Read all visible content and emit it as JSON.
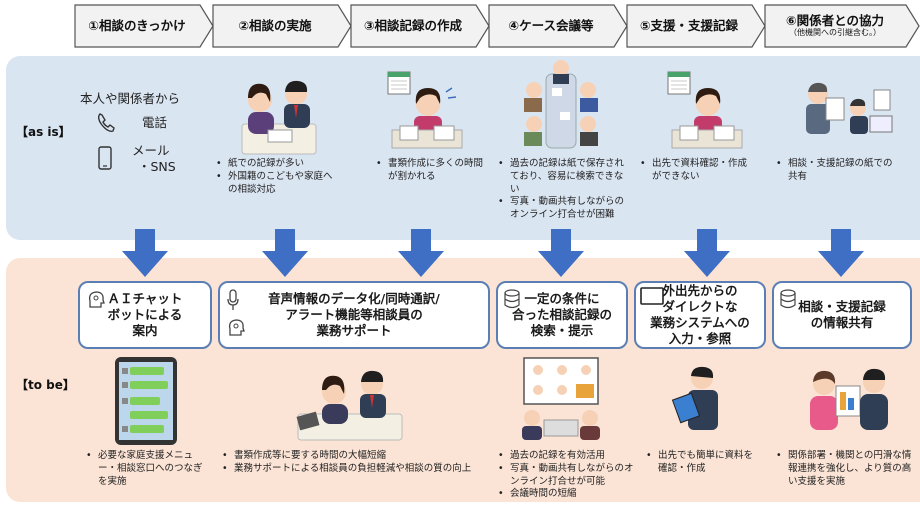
{
  "steps": [
    {
      "label": "①相談のきっかけ",
      "sub": ""
    },
    {
      "label": "②相談の実施",
      "sub": ""
    },
    {
      "label": "③相談記録の作成",
      "sub": ""
    },
    {
      "label": "④ケース会議等",
      "sub": ""
    },
    {
      "label": "⑤支援・支援記録",
      "sub": ""
    },
    {
      "label": "⑥関係者との協力",
      "sub": "（他機関への引継含む。）"
    }
  ],
  "rows": {
    "as_is": "【as is】",
    "to_be": "【to be】"
  },
  "contact": {
    "heading": "本人や関係者から",
    "phone": "電話",
    "mail_line1": "メール",
    "mail_line2": "・SNS"
  },
  "as_is_bullets": [
    [
      "紙での記録が多い",
      "外国籍のこどもや家庭への相談対応"
    ],
    [
      "書類作成に多くの時間が割かれる"
    ],
    [
      "過去の記録は紙で保存されており、容易に検索できない",
      "写真・動画共有しながらのオンライン打合せが困難"
    ],
    [
      "出先で資料確認・作成ができない"
    ],
    [
      "相談・支援記録の紙での共有"
    ]
  ],
  "solutions": [
    "ＡＩチャット\nボットによる\n案内",
    "音声情報のデータ化/同時通訳/\nアラート機能等相談員の\n業務サポート",
    "一定の条件に\n合った相談記録の\n検索・提示",
    "外出先からの\nダイレクトな\n業務システムへの\n入力・参照",
    "相談・支援記録\nの情報共有"
  ],
  "to_be_bullets": [
    [
      "必要な家庭支援メニュー・相談窓口へのつなぎを実施"
    ],
    [
      "書類作成等に要する時間の大幅短縮",
      "業務サポートによる相談員の負担軽減や相談の質の向上"
    ],
    [
      "過去の記録を有効活用",
      "写真・動画共有しながらのオンライン打合せが可能",
      "会議時間の短縮"
    ],
    [
      "出先でも簡単に資料を確認・作成"
    ],
    [
      "関係部署・機関との円滑な情報連携を強化し、より質の高い支援を実施"
    ]
  ],
  "colors": {
    "arrow": "#3f6fc4",
    "box_border": "#5b7fb5",
    "as_is_band": "#dae5f2",
    "to_be_band": "#fbe4d6"
  }
}
